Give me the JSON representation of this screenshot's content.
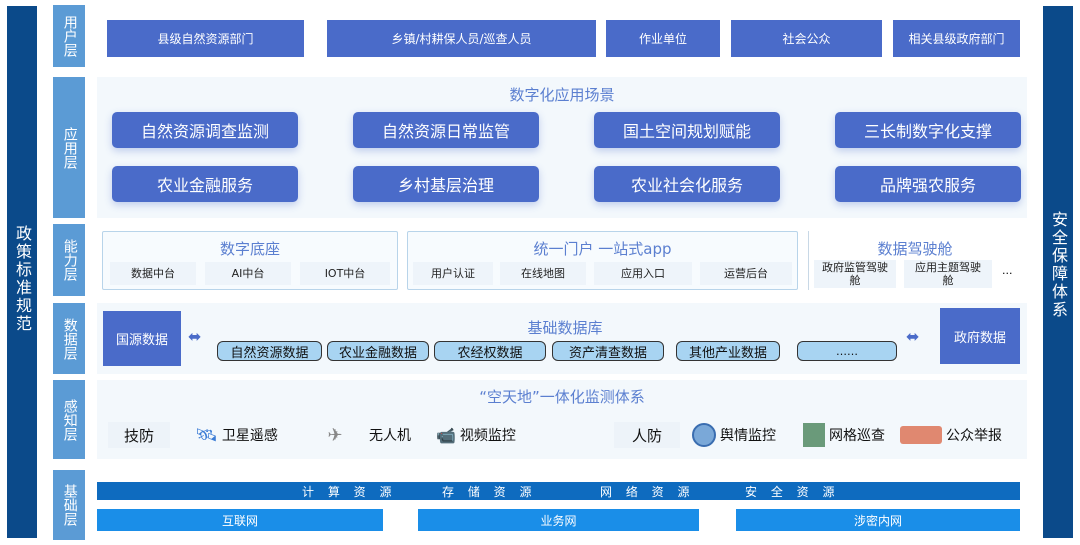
{
  "left_bar": "政策标准规范",
  "right_bar": "安全保障体系",
  "layers": [
    "用户层",
    "应用层",
    "能力层",
    "数据层",
    "感知层",
    "基础层"
  ],
  "users": [
    "县级自然资源部门",
    "乡镇/村耕保人员/巡查人员",
    "作业单位",
    "社会公众",
    "相关县级政府部门"
  ],
  "app": {
    "title": "数字化应用场景",
    "items": [
      "自然资源调查监测",
      "自然资源日常监管",
      "国土空间规划赋能",
      "三长制数字化支撑",
      "农业金融服务",
      "乡村基层治理",
      "农业社会化服务",
      "品牌强农服务"
    ]
  },
  "capability": {
    "digital_base": {
      "title": "数字底座",
      "items": [
        "数据中台",
        "AI中台",
        "IOT中台"
      ]
    },
    "portal": {
      "title": "统一门户 一站式app",
      "items": [
        "用户认证",
        "在线地图",
        "应用入口",
        "运营后台"
      ]
    },
    "cockpit": {
      "title": "数据驾驶舱",
      "items": [
        "政府监管驾驶舱",
        "应用主题驾驶舱"
      ],
      "more": "..."
    }
  },
  "data": {
    "left": "国源数据",
    "right": "政府数据",
    "title": "基础数据库",
    "dbs": [
      "自然资源数据",
      "农业金融数据",
      "农经权数据",
      "资产清查数据",
      "其他产业数据",
      "……"
    ]
  },
  "sense": {
    "title": "“空天地”一体化监测体系",
    "tech": {
      "label": "技防",
      "items": [
        "卫星遥感",
        "无人机",
        "视频监控"
      ]
    },
    "human": {
      "label": "人防",
      "items": [
        "舆情监控",
        "网格巡查",
        "公众举报"
      ]
    }
  },
  "base": {
    "resources": [
      "计 算 资 源",
      "存 储 资 源",
      "网 络 资 源",
      "安 全 资 源"
    ],
    "networks": [
      "互联网",
      "业务网",
      "涉密内网"
    ]
  }
}
